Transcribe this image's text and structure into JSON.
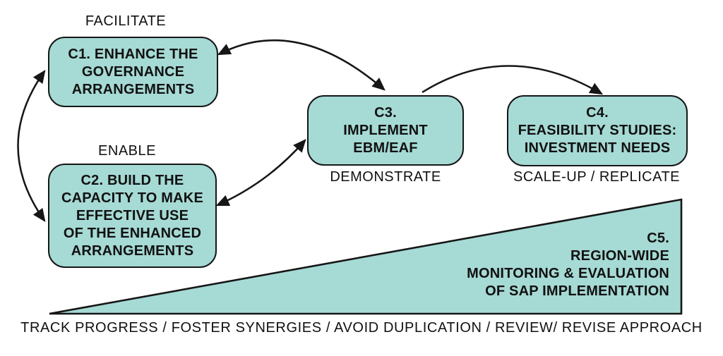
{
  "colors": {
    "shape_fill": "#a6dad5",
    "outline": "#161616",
    "text": "#111111",
    "background": "#ffffff"
  },
  "labels": {
    "facilitate": "FACILITATE",
    "enable": "ENABLE",
    "demonstrate": "DEMONSTRATE",
    "scale_up_replicate": "SCALE-UP / REPLICATE",
    "track_progress": "TRACK PROGRESS / FOSTER SYNERGIES / AVOID DUPLICATION / REVIEW/ REVISE APPROACH"
  },
  "boxes": {
    "c1": {
      "text": "C1. ENHANCE THE\nGOVERNANCE\nARRANGEMENTS"
    },
    "c2": {
      "text": "C2. BUILD THE\nCAPACITY TO MAKE\nEFFECTIVE USE\nOF THE ENHANCED\nARRANGEMENTS"
    },
    "c3": {
      "text": "C3.\nIMPLEMENT\nEBM/EAF"
    },
    "c4": {
      "text": "C4.\nFEASIBILITY STUDIES:\nINVESTMENT NEEDS"
    }
  },
  "triangle": {
    "text": "C5.\nREGION-WIDE\nMONITORING & EVALUATION\nOF SAP IMPLEMENTATION"
  },
  "connections": [
    {
      "from": "C1",
      "to": "C2",
      "bidirectional": true
    },
    {
      "from": "C1",
      "to": "C3",
      "bidirectional": true
    },
    {
      "from": "C2",
      "to": "C3",
      "bidirectional": true
    },
    {
      "from": "C3",
      "to": "C4",
      "bidirectional": false
    }
  ]
}
